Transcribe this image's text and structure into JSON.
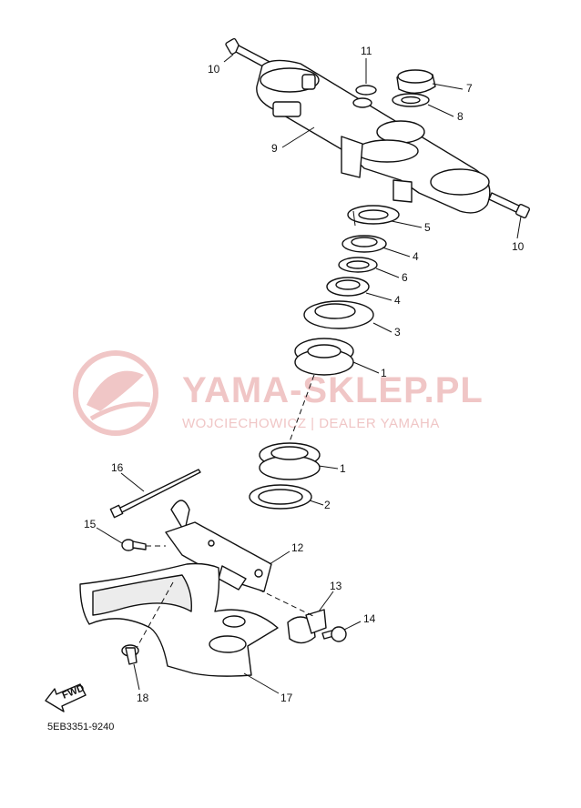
{
  "diagram": {
    "drawing_code": "5EB3351-9240",
    "fwd_label": "FWD",
    "callouts": [
      "10",
      "11",
      "7",
      "8",
      "9",
      "10",
      "5",
      "4",
      "6",
      "4",
      "3",
      "1",
      "1",
      "2",
      "16",
      "15",
      "12",
      "13",
      "14",
      "18",
      "17"
    ]
  },
  "watermark": {
    "brand": "YAMA-SKLEP.PL",
    "dealer": "WOJCIECHOWICZ | DEALER YAMAHA"
  },
  "colors": {
    "line": "#111111",
    "watermark": "#f0c6c6"
  }
}
